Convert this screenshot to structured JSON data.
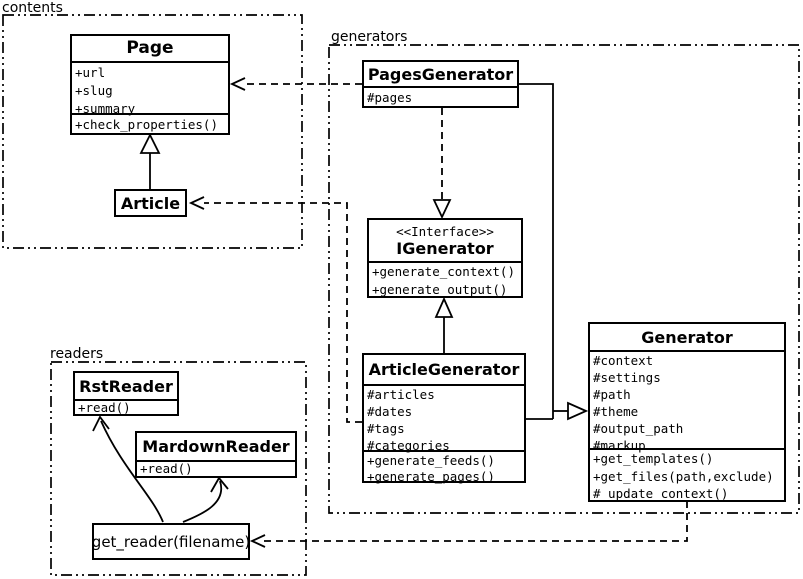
{
  "packages": {
    "contents": {
      "label": "contents"
    },
    "generators": {
      "label": "generators"
    },
    "readers": {
      "label": "readers"
    }
  },
  "classes": {
    "page": {
      "name": "Page",
      "attrs": [
        "+url",
        "+slug",
        "+summary"
      ],
      "methods": [
        "+check_properties()"
      ]
    },
    "article": {
      "name": "Article"
    },
    "pages_generator": {
      "name": "PagesGenerator",
      "attrs": [
        "#pages"
      ]
    },
    "igenerator": {
      "stereotype": "<<Interface>>",
      "name": "IGenerator",
      "methods": [
        "+generate_context()",
        "+generate_output()"
      ]
    },
    "article_generator": {
      "name": "ArticleGenerator",
      "attrs": [
        "#articles",
        "#dates",
        "#tags",
        "#categories"
      ],
      "methods": [
        "+generate_feeds()",
        "+generate_pages()"
      ]
    },
    "generator": {
      "name": "Generator",
      "attrs": [
        "#context",
        "#settings",
        "#path",
        "#theme",
        "#output_path",
        "#markup"
      ],
      "methods": [
        "+get_templates()",
        "+get_files(path,exclude)",
        "#_update_context()"
      ]
    },
    "rst_reader": {
      "name": "RstReader",
      "methods": [
        "+read()"
      ]
    },
    "mardown_reader": {
      "name": "MardownReader",
      "methods": [
        "+read()"
      ]
    },
    "get_reader": {
      "label": "get_reader(filename)"
    }
  },
  "colors": {
    "line": "#000000",
    "background": "#ffffff"
  }
}
